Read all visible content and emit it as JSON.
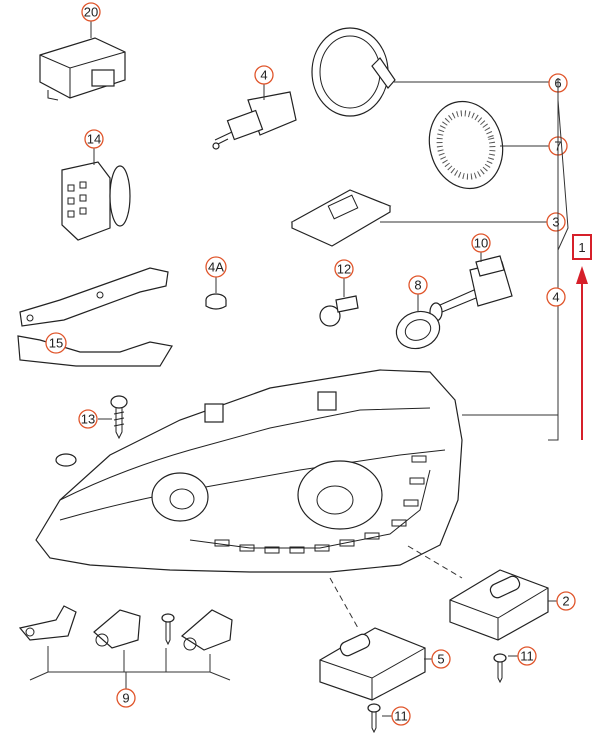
{
  "diagram": {
    "callouts": {
      "c20": "20",
      "c4": "4",
      "c14": "14",
      "c6": "6",
      "c7": "7",
      "c3": "3",
      "c1": "1",
      "c4b": "4",
      "c10": "10",
      "c4A": "4A",
      "c12": "12",
      "c8": "8",
      "c15": "15",
      "c13": "13",
      "c2": "2",
      "c11a": "11",
      "c5": "5",
      "c11b": "11",
      "c9": "9"
    },
    "highlight_color": "#d6202a",
    "bubble_color": "#e0562c"
  }
}
